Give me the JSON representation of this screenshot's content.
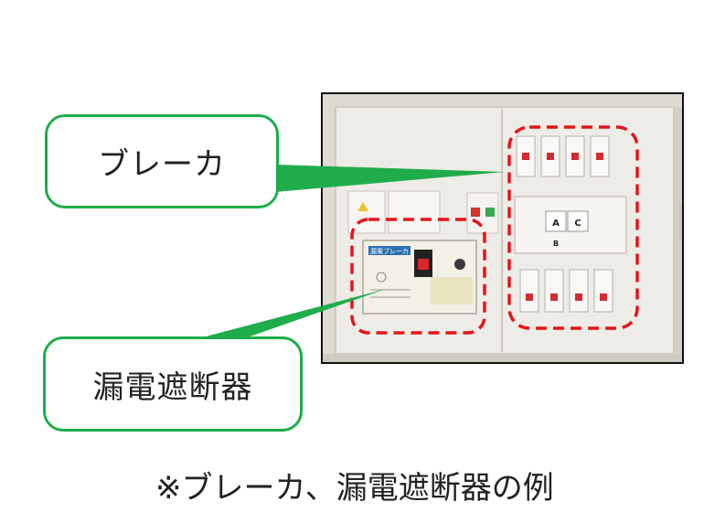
{
  "callouts": {
    "breaker_label": "ブレーカ",
    "elcb_label": "漏電遮断器"
  },
  "caption": "※ブレーカ、漏電遮断器の例",
  "colors": {
    "callout_border": "#1fad4b",
    "pointer_line": "#1fad4b",
    "highlight_dash": "#e5141a",
    "photo_frame": "#111111"
  },
  "photo": {
    "elcb_panel_text": [
      "漏電ブレーカ"
    ],
    "module_letters": [
      "A",
      "C",
      "B"
    ]
  }
}
